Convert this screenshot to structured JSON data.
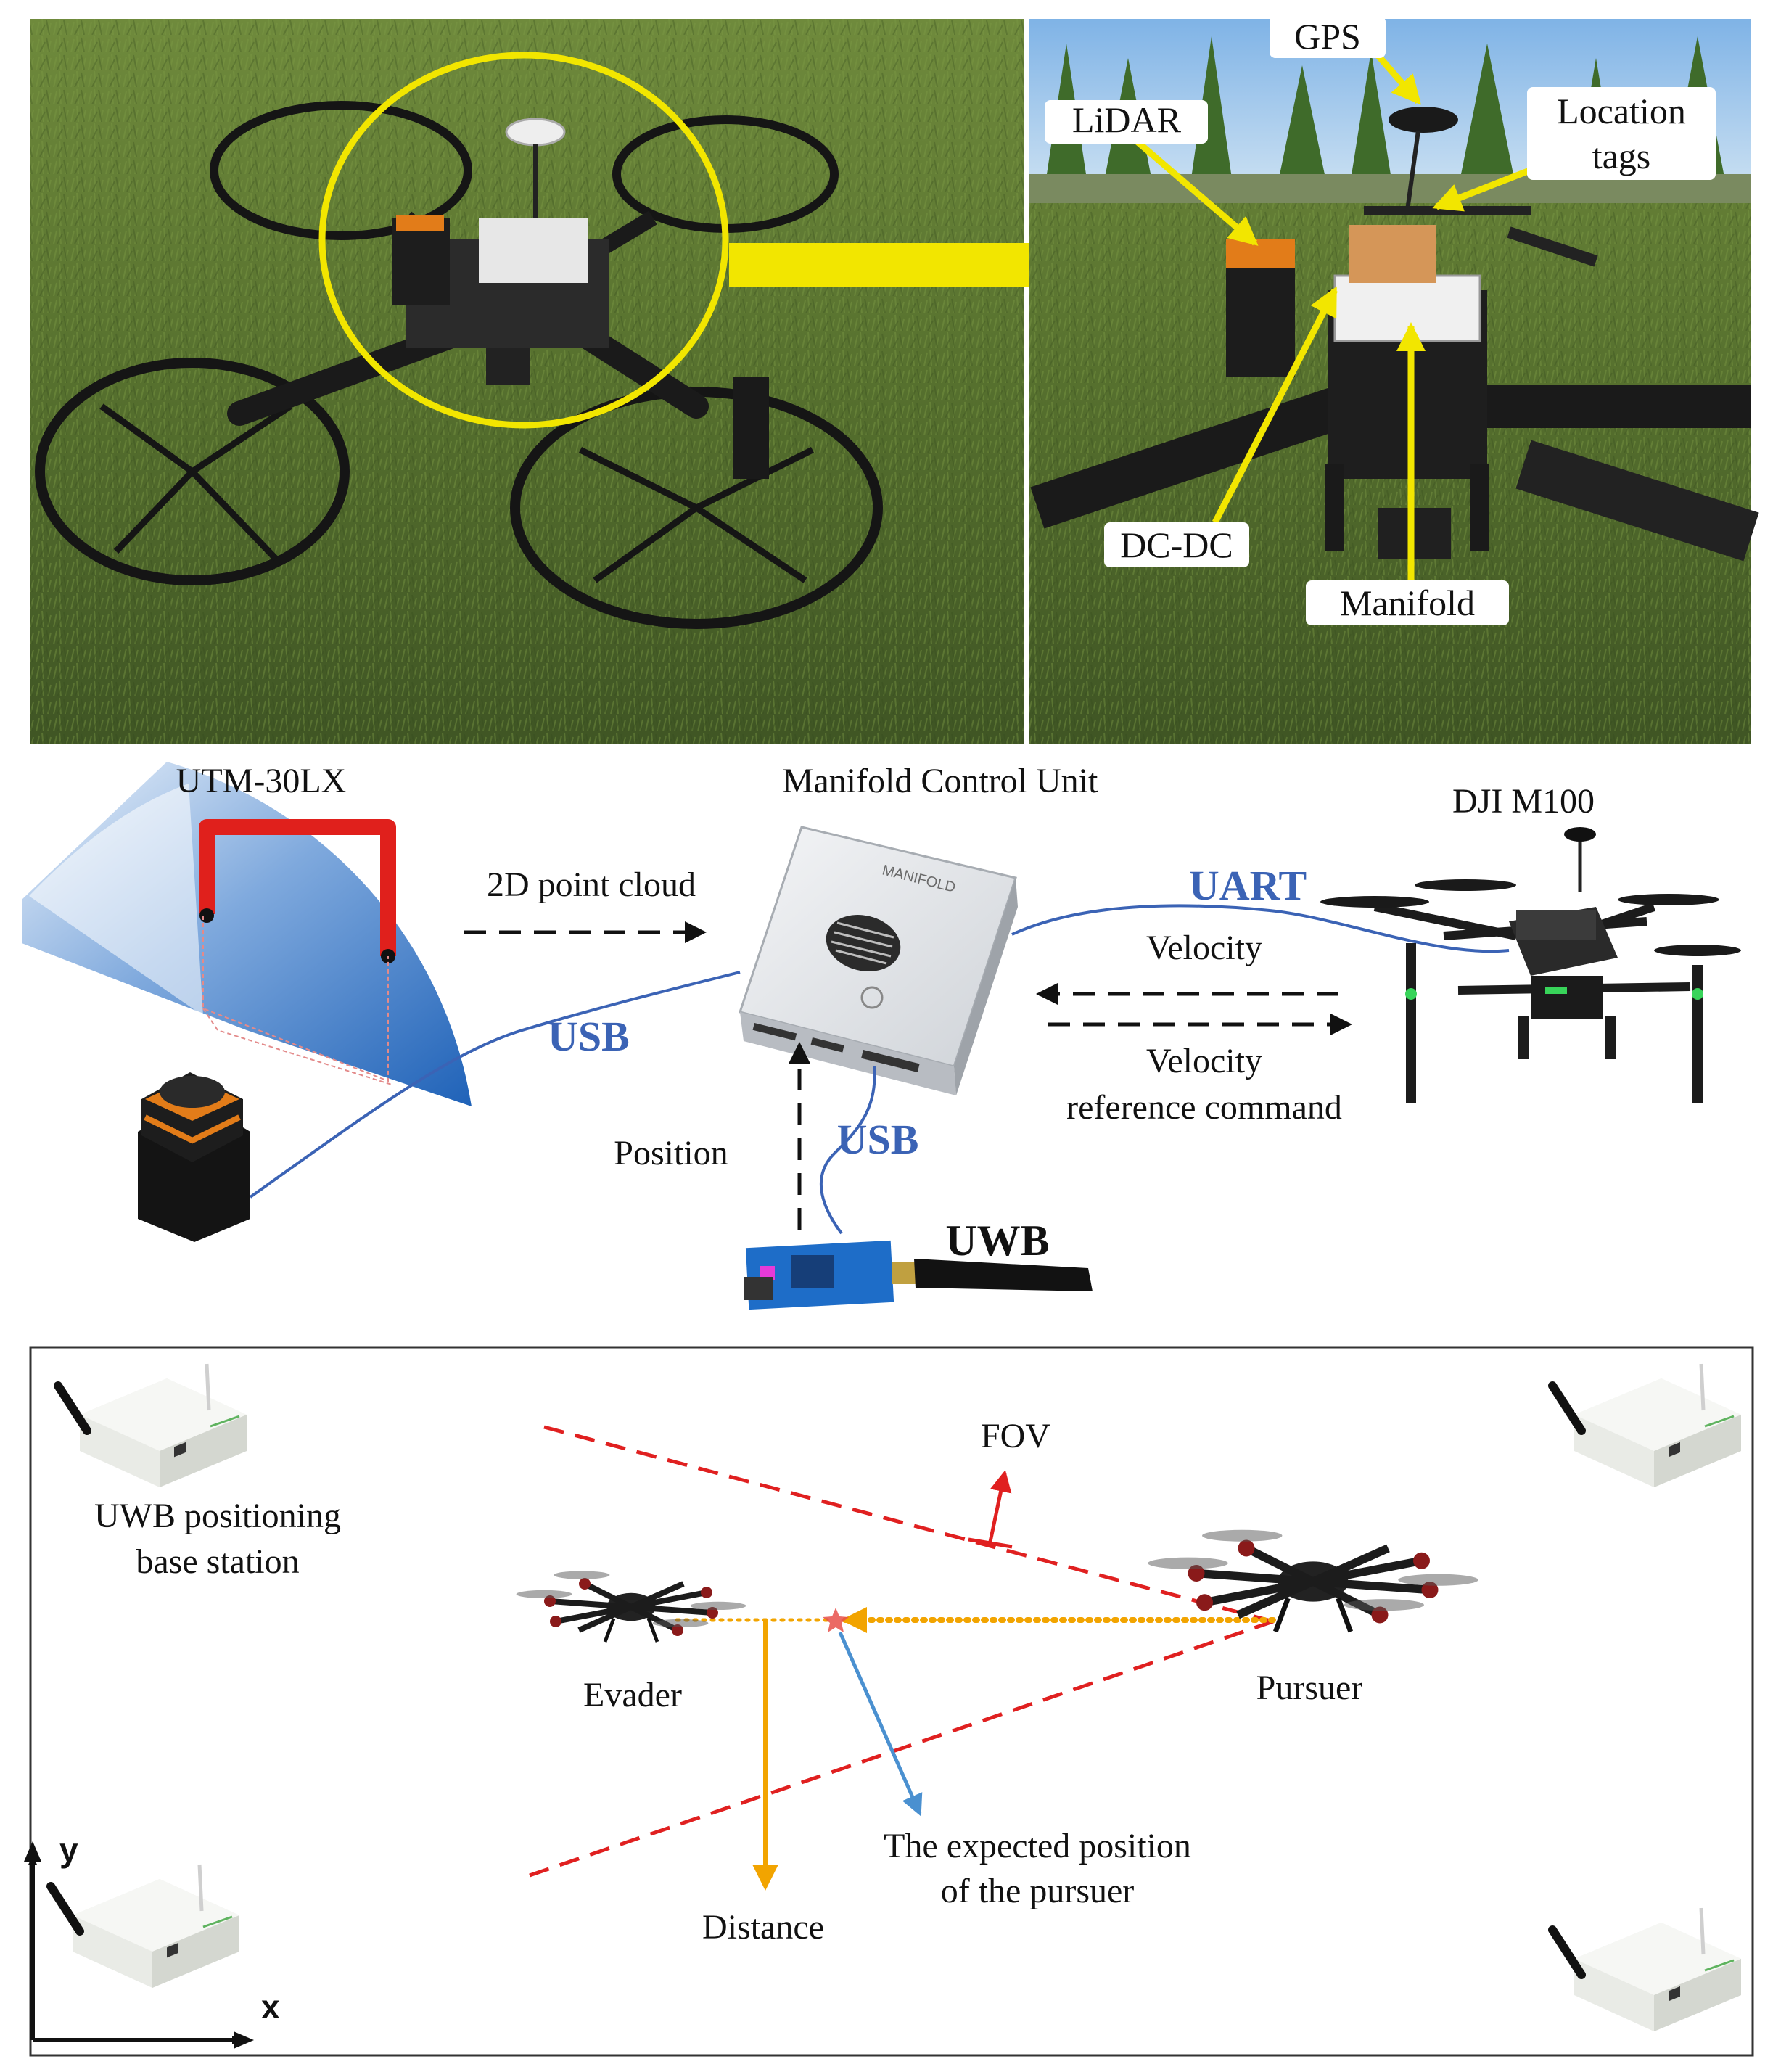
{
  "photo_labels": {
    "gps": "GPS",
    "lidar": "LiDAR",
    "location_tags_line1": "Location",
    "location_tags_line2": "tags",
    "dcdc": "DC-DC",
    "manifold": "Manifold"
  },
  "system": {
    "sensor_title": "UTM-30LX",
    "control_title": "Manifold Control Unit",
    "drone_title": "DJI M100",
    "point_cloud": "2D point cloud",
    "usb_left": "USB",
    "usb_bottom": "USB",
    "uart": "UART",
    "velocity": "Velocity",
    "velocity_ref_line1": "Velocity",
    "velocity_ref_line2": "reference command",
    "position": "Position",
    "uwb": "UWB",
    "device_brand": "MANIFOLD"
  },
  "scenario": {
    "base_station_line1": "UWB positioning",
    "base_station_line2": "base station",
    "fov": "FOV",
    "evader": "Evader",
    "pursuer": "Pursuer",
    "expected_line1": "The expected position",
    "expected_line2": "of the pursuer",
    "distance": "Distance",
    "axis_x": "x",
    "axis_y": "y"
  },
  "colors": {
    "highlight_yellow": "#f2e600",
    "usb_blue": "#3b63b5",
    "scan_blue": "#2f6fc0",
    "utm_red": "#e0201c",
    "fov_red": "#e02020",
    "trajectory_orange": "#f2a400"
  }
}
